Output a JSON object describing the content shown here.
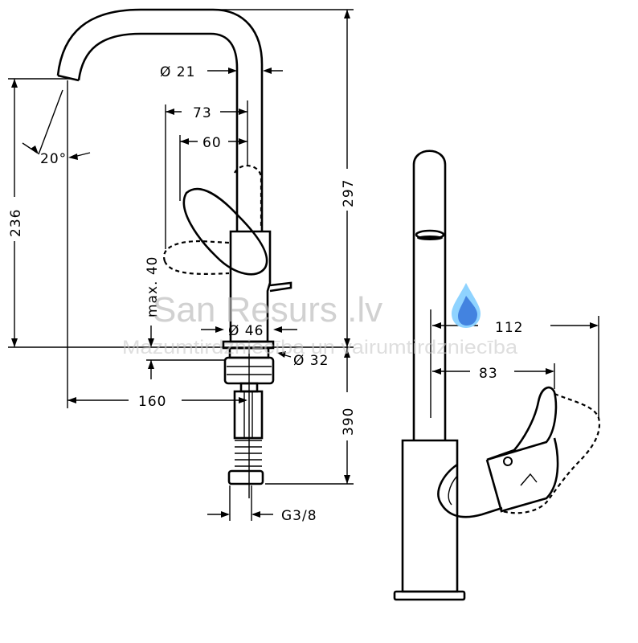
{
  "diagram": {
    "side_view": {
      "spout_diameter": "Ø 21",
      "dim_73": "73",
      "dim_60": "60",
      "angle": "20°",
      "height_236": "236",
      "lever_max": "max. 40",
      "height_297": "297",
      "base_diameter": "Ø 46",
      "hole_diameter": "Ø 32",
      "reach_160": "160",
      "hose_390": "390",
      "thread": "G3/8"
    },
    "front_view": {
      "dim_112": "112",
      "dim_83": "83"
    },
    "watermark": {
      "brand": "San Resurs .lv",
      "tagline": "Mazumtirdzniecība un vairumtirdzniecība"
    },
    "colors": {
      "line": "#000000",
      "watermark": "#b9b9b9",
      "drop_light": "#8fd3ff",
      "drop_dark": "#2f6fd8"
    }
  }
}
